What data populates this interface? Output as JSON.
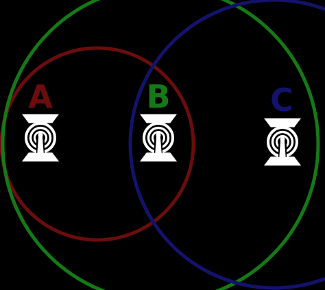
{
  "background_color": "#000000",
  "nodes": [
    {
      "id": "a",
      "label": "A",
      "color": "#6b0d0d",
      "icon": "wireless-tower-icon"
    },
    {
      "id": "b",
      "label": "B",
      "color": "#157a15",
      "icon": "wireless-tower-icon"
    },
    {
      "id": "c",
      "label": "C",
      "color": "#13136e",
      "icon": "wireless-tower-icon"
    }
  ],
  "icon_color": "#ffffff"
}
